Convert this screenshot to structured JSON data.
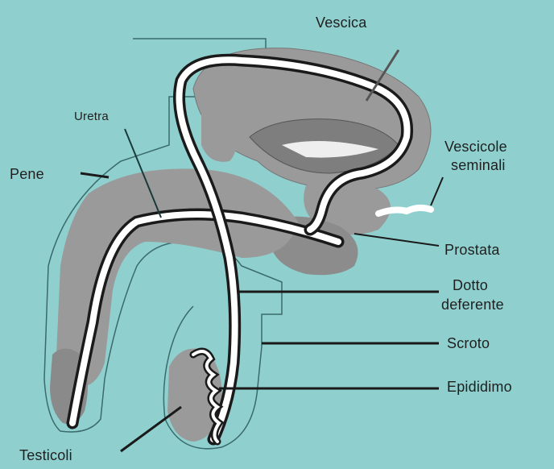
{
  "labels": {
    "vescica": "Vescica",
    "uretra": "Uretra",
    "pene": "Pene",
    "vescicole_line1": "Vescicole",
    "vescicole_line2": "seminali",
    "prostata": "Prostata",
    "dotto_line1": "Dotto",
    "dotto_line2": "deferente",
    "scroto": "Scroto",
    "epididimo": "Epididimo",
    "testicoli": "Testicoli"
  },
  "colors": {
    "background": "#8fd0cf",
    "organ": "#9a9a9a",
    "duct": "#ffffff",
    "outline": "#1a1a1a"
  }
}
